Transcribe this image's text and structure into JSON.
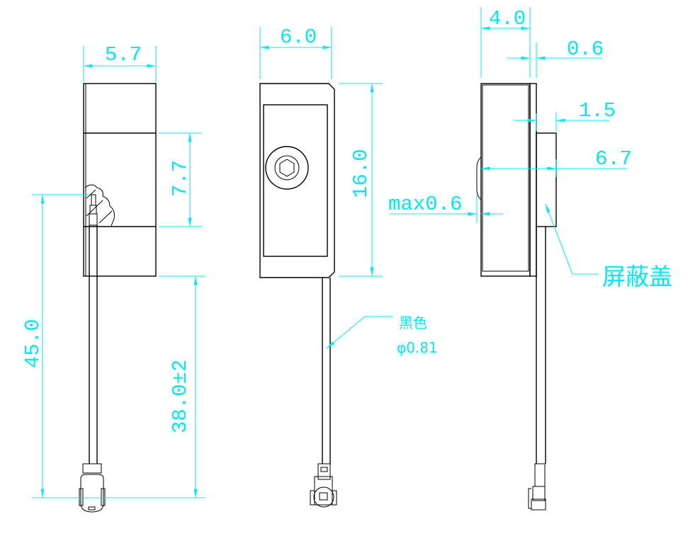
{
  "views": {
    "front": {
      "width_dim": "5.7",
      "band_dim": "7.7",
      "total_len_dim": "45.0",
      "cable_len_dim": "38.0±2"
    },
    "back": {
      "width_dim": "6.0",
      "height_dim": "16.0",
      "cable_color_label": "黑色",
      "cable_diameter_label": "φ0.81"
    },
    "side": {
      "thickness_dim": "4.0",
      "plate_dim": "0.6",
      "cover_dim": "1.5",
      "total_thickness_dim": "6.7",
      "bulge_dim": "max0.6",
      "shield_cover_label": "屏蔽盖"
    }
  },
  "colors": {
    "dimension": "#00e8f0",
    "outline": "#000000"
  }
}
